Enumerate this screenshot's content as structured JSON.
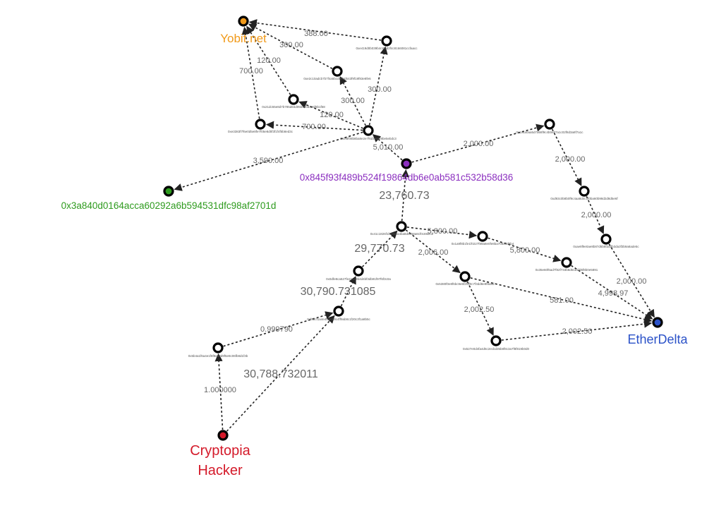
{
  "colors": {
    "yobit": "#f19a1a",
    "cryptopia": "#d41a2a",
    "etherdelta": "#2b52c8",
    "purple": "#8b2fbf",
    "green": "#2e9b1e",
    "intermediate": "#ffffff"
  },
  "nodes": [
    {
      "id": "yobit",
      "label": "Yobit.net",
      "color": "#f19a1a"
    },
    {
      "id": "cryptopia",
      "label": "Cryptopia\nHacker",
      "color": "#d41a2a"
    },
    {
      "id": "etherdelta",
      "label": "EtherDelta",
      "color": "#2b52c8"
    },
    {
      "id": "p",
      "label": "0x845f93f489b524f19864db6e0ab581c532b58d36",
      "color": "#8b2fbf"
    },
    {
      "id": "g",
      "label": "0x3a840d0164acca60292a6b594531dfc98af2701d",
      "color": "#2e9b1e"
    },
    {
      "id": "t1",
      "label": "0xe419d0b039b4c8f9d2f4c8166081ccfaacc",
      "color": "#ffffff"
    },
    {
      "id": "t2",
      "label": "0xe2c10adcb7b7f4a5bcdeffe0b43f9f19f83e8fe6",
      "color": "#ffffff"
    },
    {
      "id": "t3",
      "label": "0x21dc55e8d7b785d84d05b95bd1e5f8b1f58",
      "color": "#ffffff"
    },
    {
      "id": "t4",
      "label": "0xe3383f7f6e0d5e8fe7f05e8d0f3f1f4f5b8ed3c",
      "color": "#ffffff"
    },
    {
      "id": "h",
      "label": "0x0f8f08b8ba8e2e7f6d1e80f9be5ebdc3",
      "color": "#ffffff"
    },
    {
      "id": "r1",
      "label": "0x1c4a0aa5d7a68f9c4b0e87a1c02f8d3a8f7a1c",
      "color": "#ffffff"
    },
    {
      "id": "r2",
      "label": "0xd93c0b8b0f9c4aa8d4c1f0ba60b98d2d8d5e6f",
      "color": "#ffffff"
    },
    {
      "id": "r3",
      "label": "0xae8f9e0ae8b87d5b8f2ddb3da3f3b9a8ade5c",
      "color": "#ffffff"
    },
    {
      "id": "m",
      "label": "0x41c1826f1ba0e0a4ba8d0c58a8cf0c69dc1",
      "color": "#ffffff"
    },
    {
      "id": "m1",
      "label": "0x1a9f8b1fe1f0227f89a8e0fe8ba7082f5f8b4",
      "color": "#ffffff"
    },
    {
      "id": "m2",
      "label": "0x35e60f6ad7f82f733b8d61d1fd6f8b0e5891",
      "color": "#ffffff"
    },
    {
      "id": "b1",
      "label": "0x5380f0e8f6bc9e6f2f3f0c7f3dd8e9f8a8d",
      "color": "#ffffff"
    },
    {
      "id": "b2",
      "label": "0x527e0d4fa4d5c2ecbd35b8f8c3a7f8f819b0d0",
      "color": "#ffffff"
    },
    {
      "id": "c1",
      "label": "0x0dfe8ca527fe2a1e8b4d4bf3db91f97f6f3c0a",
      "color": "#ffffff"
    },
    {
      "id": "c2",
      "label": "0xf6bcf1a4e4f56c88c4ff9ab8c1f20c3f1a8b5c",
      "color": "#ffffff"
    },
    {
      "id": "c3",
      "label": "0x5b4a1f6a4e1f8f8e68d9f5e8c06fb8d1f3b",
      "color": "#ffffff"
    }
  ],
  "edges": [
    {
      "from": "t1",
      "to": "yobit",
      "label": "388.00"
    },
    {
      "from": "t2",
      "to": "yobit",
      "label": "300.00"
    },
    {
      "from": "t3",
      "to": "yobit",
      "label": "120.00"
    },
    {
      "from": "t4",
      "to": "yobit",
      "label": "700.00"
    },
    {
      "from": "h",
      "to": "t1",
      "label": "300.00"
    },
    {
      "from": "h",
      "to": "t2",
      "label": "300.00"
    },
    {
      "from": "h",
      "to": "t3",
      "label": "120.00"
    },
    {
      "from": "h",
      "to": "t4",
      "label": "700.00"
    },
    {
      "from": "h",
      "to": "g",
      "label": "3,590.00"
    },
    {
      "from": "p",
      "to": "h",
      "label": "5,010.00"
    },
    {
      "from": "p",
      "to": "r1",
      "label": "2,000.00"
    },
    {
      "from": "r1",
      "to": "r2",
      "label": "2,000.00"
    },
    {
      "from": "r2",
      "to": "r3",
      "label": "2,000.00"
    },
    {
      "from": "r3",
      "to": "etherdelta",
      "label": "2,000.00"
    },
    {
      "from": "m",
      "to": "p",
      "label": "23,760.73"
    },
    {
      "from": "m",
      "to": "m1",
      "label": "5,800.00"
    },
    {
      "from": "m1",
      "to": "m2",
      "label": "5,800.00"
    },
    {
      "from": "m2",
      "to": "etherdelta",
      "label": "4,998.97"
    },
    {
      "from": "m",
      "to": "b1",
      "label": "2,006.00"
    },
    {
      "from": "b1",
      "to": "etherdelta",
      "label": "581.00"
    },
    {
      "from": "b1",
      "to": "b2",
      "label": "2,002.50"
    },
    {
      "from": "b2",
      "to": "etherdelta",
      "label": "2,002.50"
    },
    {
      "from": "b1_start_m",
      "to": "b1_start_m",
      "label": ""
    },
    {
      "from": "c1",
      "to": "m",
      "label": "29,770.73"
    },
    {
      "from": "c2",
      "to": "c1",
      "label": "30,790.731085"
    },
    {
      "from": "cryptopia",
      "to": "c2",
      "label": "30,788.732011"
    },
    {
      "from": "c3",
      "to": "c2",
      "label": "0.999790"
    },
    {
      "from": "cryptopia",
      "to": "c3",
      "label": "1.000000"
    }
  ]
}
